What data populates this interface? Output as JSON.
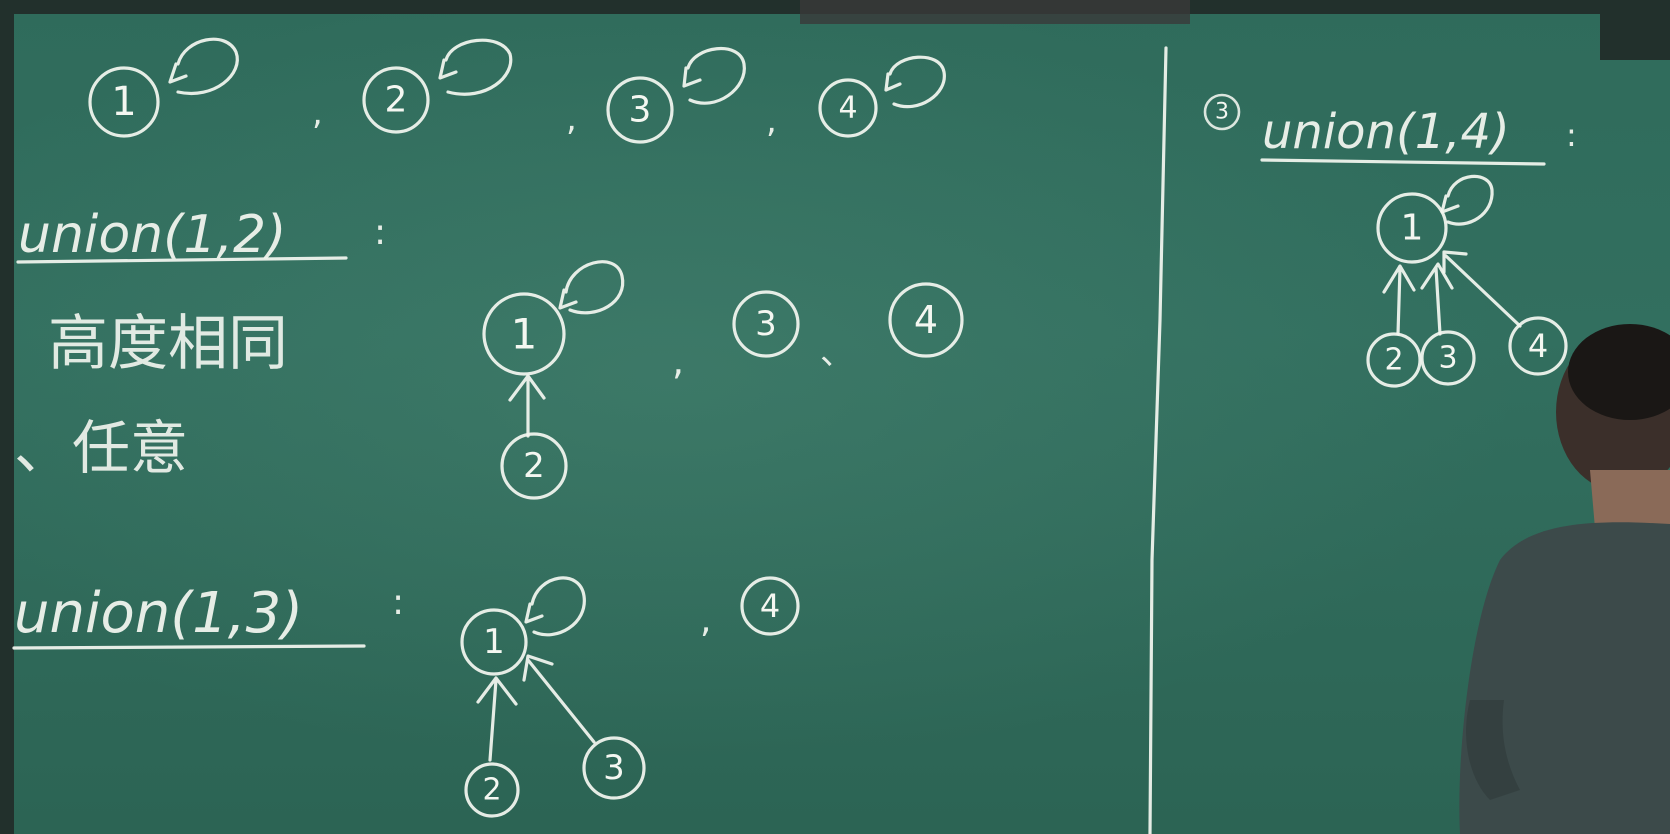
{
  "scene": {
    "description_kind": "photo of green chalkboard with union-find diagrams",
    "colors": {
      "board": "#326f5f",
      "chalk": "#f3f6f0",
      "frame": "#1c2a26"
    }
  },
  "top_row": {
    "nodes": [
      "1",
      "2",
      "3",
      "4"
    ],
    "separators": [
      ",",
      ",",
      ","
    ]
  },
  "section1": {
    "heading": "union(1,2)",
    "colon": ":",
    "note_line1": "高度相同",
    "note_line2": "、任意",
    "tree_root": "1",
    "tree_child": "2",
    "others": [
      "3",
      "4"
    ],
    "separators": [
      ",",
      "、"
    ]
  },
  "section2": {
    "heading": "union(1,3)",
    "colon": ":",
    "tree_root": "1",
    "children": [
      "2",
      "3"
    ],
    "others": [
      "4"
    ],
    "separators": [
      ","
    ]
  },
  "section3": {
    "step": "3",
    "heading": "union(1,4)",
    "colon": ":",
    "tree_root": "1",
    "children": [
      "2",
      "3",
      "4"
    ]
  }
}
